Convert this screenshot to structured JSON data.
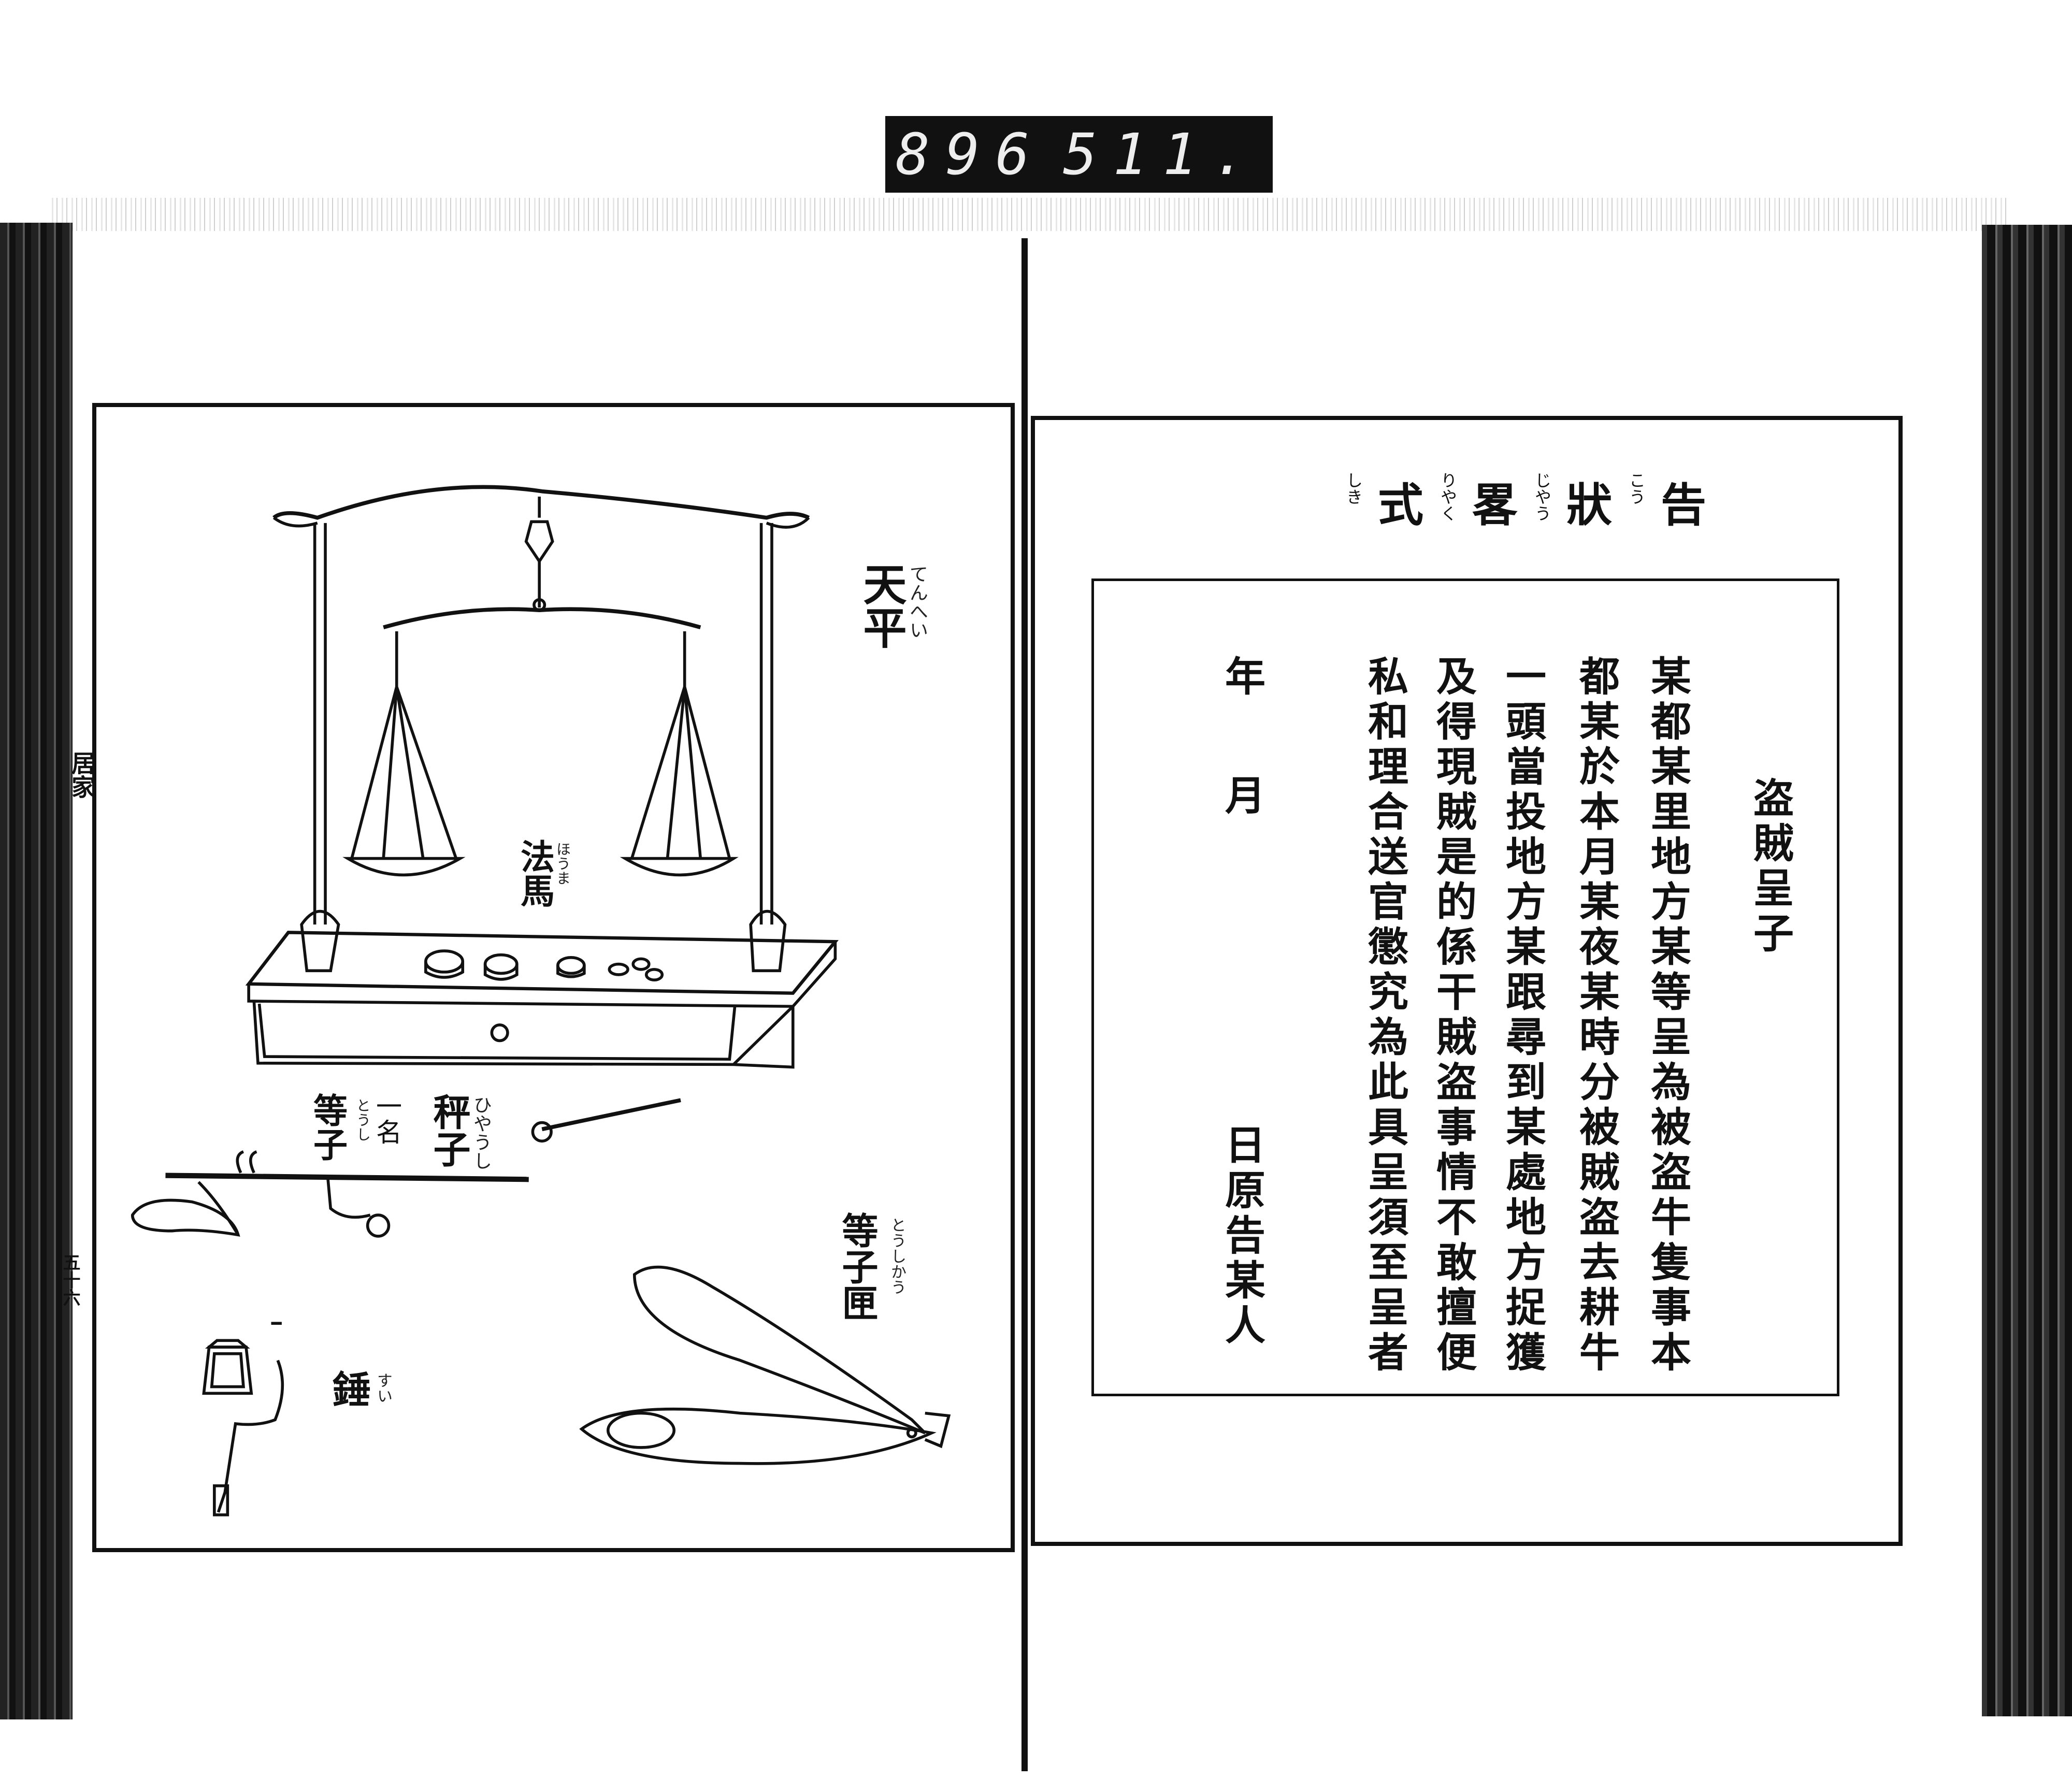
{
  "catalog_label": {
    "left": "896",
    "right": "511."
  },
  "left_page": {
    "margin": {
      "section": "居家",
      "page_number": "五十六"
    },
    "items": [
      {
        "name": "天平",
        "reading": "てんへい"
      },
      {
        "name": "法馬",
        "reading": "ほうま"
      },
      {
        "name": "秤子",
        "reading": "ひやうし"
      },
      {
        "alias_prefix": "一名"
      },
      {
        "name": "等子",
        "reading": "とうし"
      },
      {
        "name": "等子匣",
        "reading": "とうしかう"
      },
      {
        "name": "錘",
        "reading": "すい"
      }
    ]
  },
  "right_page": {
    "title_chars": [
      {
        "char": "告",
        "reading": "こう"
      },
      {
        "char": "狀",
        "reading": "じやう"
      },
      {
        "char": "畧",
        "reading": "りやく"
      },
      {
        "char": "式",
        "reading": "しき"
      }
    ],
    "heading": "盗賊呈子",
    "body_columns": [
      "某都某里地方某等呈為被盗牛隻事本",
      "都某於本月某夜某時分被賊盗去耕牛",
      "一頭當投地方某跟尋到某處地方捉獲",
      "及得現賊是的係干賊盗事情不敢擅便",
      "私和理合送官懲究為此具呈須至呈者"
    ],
    "date_year": "年",
    "date_month": "月",
    "signature": "日原告某人"
  }
}
